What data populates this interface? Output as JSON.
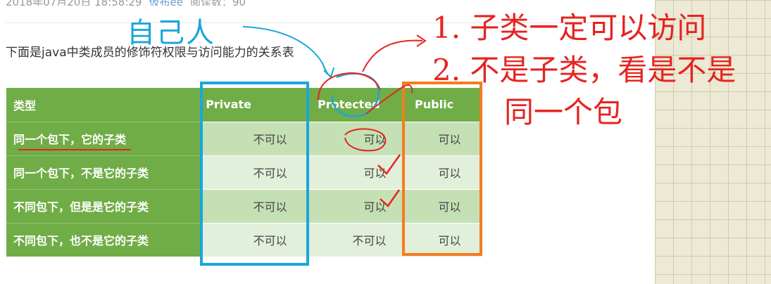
{
  "meta": {
    "date": "2018年07月20日 18:58:29",
    "author": "仮布ee",
    "views": "阅读数：90"
  },
  "intro": "下面是java中类成员的修饰符权限与访问能力的关系表",
  "table": {
    "headers": [
      "类型",
      "Private",
      "Protected",
      "Public"
    ],
    "rows": [
      {
        "label": "同一个包下，它的子类",
        "cells": [
          "不可以",
          "可以",
          "可以"
        ]
      },
      {
        "label": "同一个包下，不是它的子类",
        "cells": [
          "不可以",
          "可以",
          "可以"
        ]
      },
      {
        "label": "不同包下，但是是它的子类",
        "cells": [
          "不可以",
          "可以",
          "可以"
        ]
      },
      {
        "label": "不同包下，也不是它的子类",
        "cells": [
          "不可以",
          "不可以",
          "可以"
        ]
      }
    ]
  },
  "annotations": {
    "self": "自己人",
    "note1": "1. 子类一定可以访问",
    "note2": "2. 不是子类，看是不是",
    "note3": "同一个包"
  },
  "colors": {
    "table_header": "#70ad47",
    "row_odd": "#c5e0b4",
    "row_even": "#e2efda",
    "annotation_red": "#e52420",
    "annotation_blue": "#1aa6dc",
    "annotation_orange": "#f47c20"
  }
}
